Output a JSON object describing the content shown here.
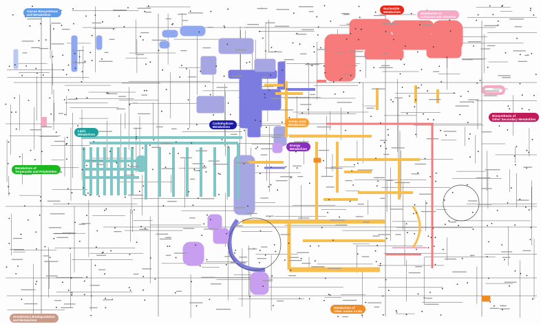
{
  "window": {
    "title": "Metabolic pathways"
  },
  "colors": {
    "line": "#5a5a5a",
    "carbohydrate": "#7b7be0",
    "lipid": "#7fc7c6",
    "nucleotide": "#f77b7b",
    "amino_acid": "#f7bd4f",
    "energy": "#b07fd6",
    "glycan": "#8fa8f0",
    "cofactors": "#f6a8c4",
    "terpenoids": "#3cc843",
    "other_aa": "#f08a24",
    "secondary": "#d43c74",
    "xenobiotics": "#c8a08f"
  },
  "labels": {
    "glycan": "Glycan Biosynthesis\nand Metabolism",
    "nucleotide": "Nucleotide\nMetabolism",
    "cofactors": "Metabolism of\nCofactors and Vitamins",
    "lipid": "Lipid\nMetabolism",
    "carbohydrate": "Carbohydrate\nMetabolism",
    "amino_acid": "Amino Acid\nMetabolism",
    "energy": "Energy\nMetabolism",
    "secondary": "Biosynthesis of\nOther Secondary Metabolites",
    "terpenoids": "Metabolism of\nTerpenoids and Polyketides",
    "xenobiotics": "Xenobiotics Biodegradation\nand Metabolism",
    "other_aa": "Metabolism of\nOther Amino Acids"
  }
}
